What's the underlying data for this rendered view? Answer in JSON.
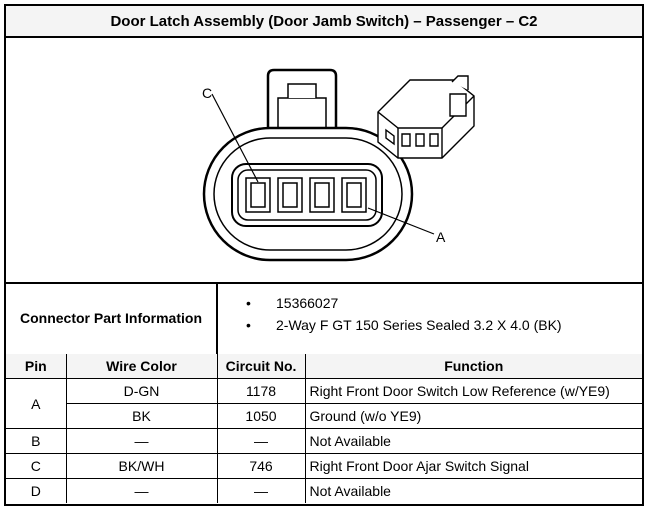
{
  "title": "Door Latch Assembly (Door Jamb Switch) – Passenger – C2",
  "figure": {
    "callout_c": "C",
    "callout_a": "A",
    "icons": [
      "connector-face-icon",
      "connector-3d-icon"
    ]
  },
  "connector_info": {
    "label": "Connector Part Information",
    "items": [
      "15366027",
      "2-Way F GT 150 Series Sealed 3.2 X 4.0 (BK)"
    ]
  },
  "pin_table": {
    "headers": [
      "Pin",
      "Wire Color",
      "Circuit No.",
      "Function"
    ],
    "rows": [
      {
        "pin": "A",
        "wire_color": "D-GN",
        "circuit": "1178",
        "function": "Right Front Door Switch Low Reference (w/YE9)"
      },
      {
        "pin": "",
        "wire_color": "BK",
        "circuit": "1050",
        "function": "Ground (w/o YE9)"
      },
      {
        "pin": "B",
        "wire_color": "—",
        "circuit": "—",
        "function": "Not Available"
      },
      {
        "pin": "C",
        "wire_color": "BK/WH",
        "circuit": "746",
        "function": "Right Front Door Ajar Switch Signal"
      },
      {
        "pin": "D",
        "wire_color": "—",
        "circuit": "—",
        "function": "Not Available"
      }
    ]
  }
}
